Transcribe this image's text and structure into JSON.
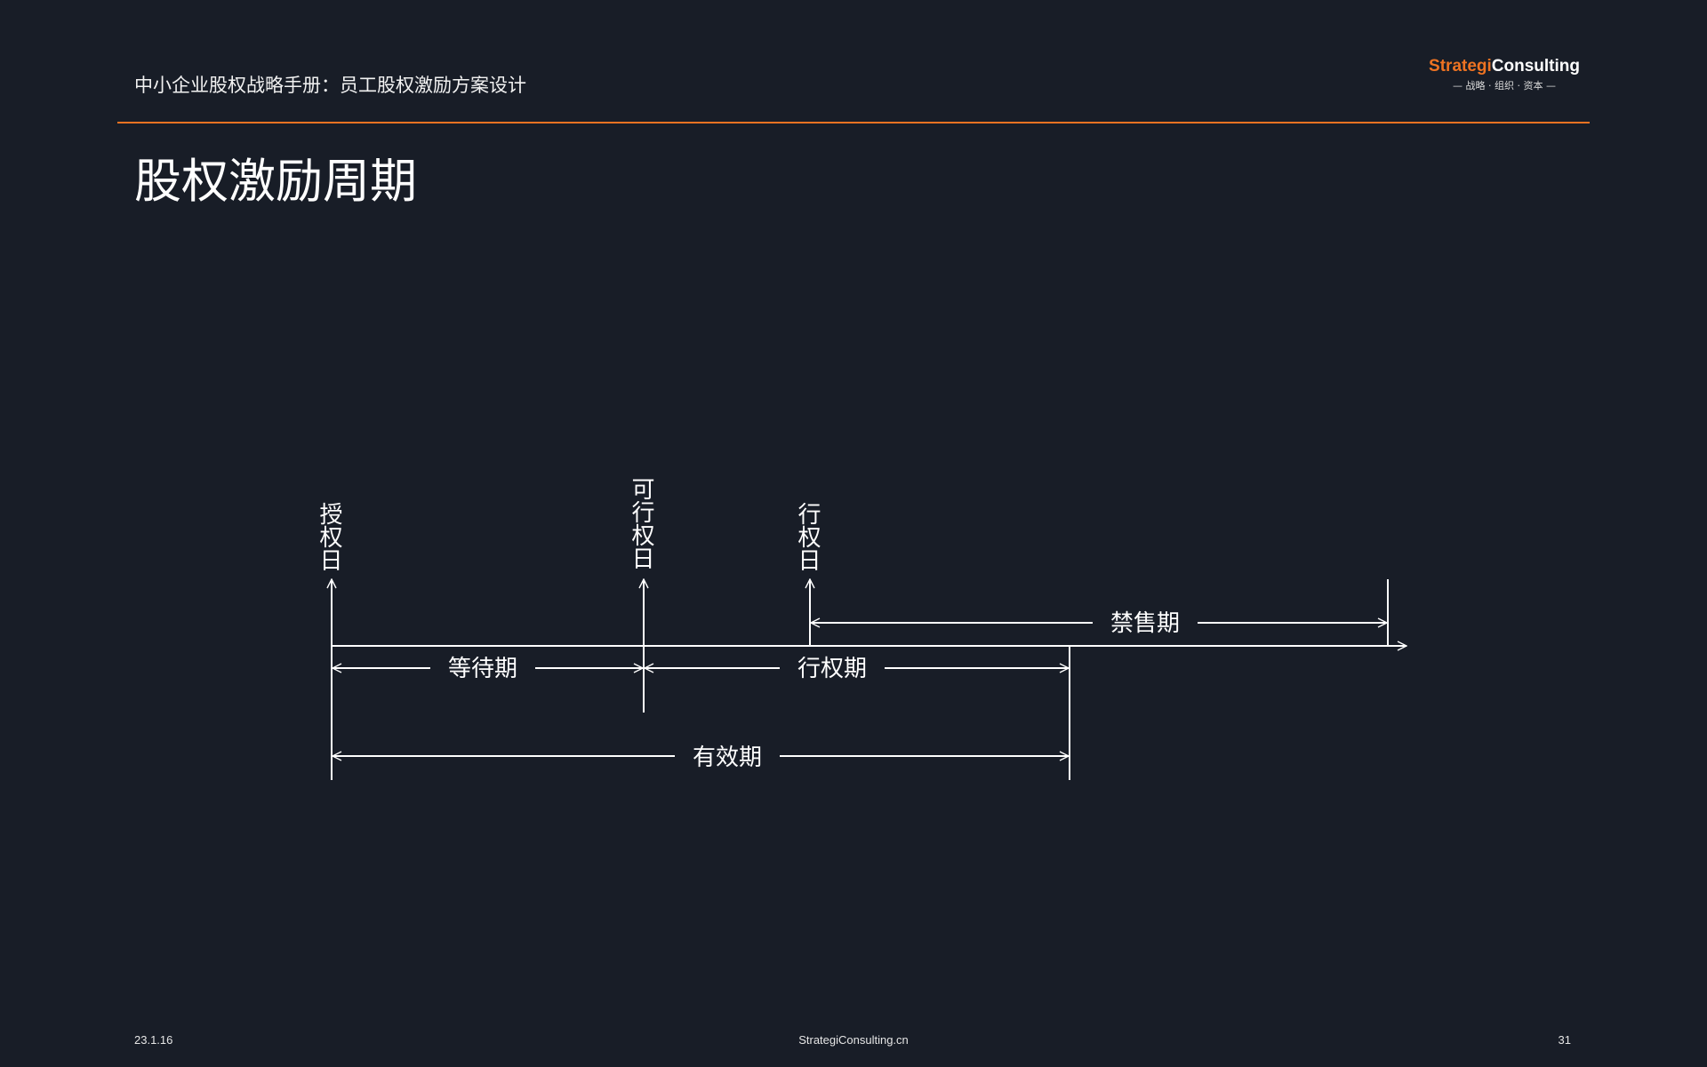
{
  "header": {
    "title": "中小企业股权战略手册：员工股权激励方案设计",
    "brand_part1": "Strategi",
    "brand_part2": "Consulting",
    "brand_tagline": "— 战略 · 组织 · 资本 —",
    "accent_color": "#ee7322"
  },
  "page_title": "股权激励周期",
  "diagram": {
    "milestones": {
      "grant_date": "授权日",
      "vesting_date": "可行权日",
      "exercise_date": "行权日"
    },
    "periods": {
      "waiting": "等待期",
      "exercise": "行权期",
      "lockup": "禁售期",
      "validity": "有效期"
    }
  },
  "footer": {
    "date": "23.1.16",
    "site": "StrategiConsulting.cn",
    "page": "31"
  }
}
